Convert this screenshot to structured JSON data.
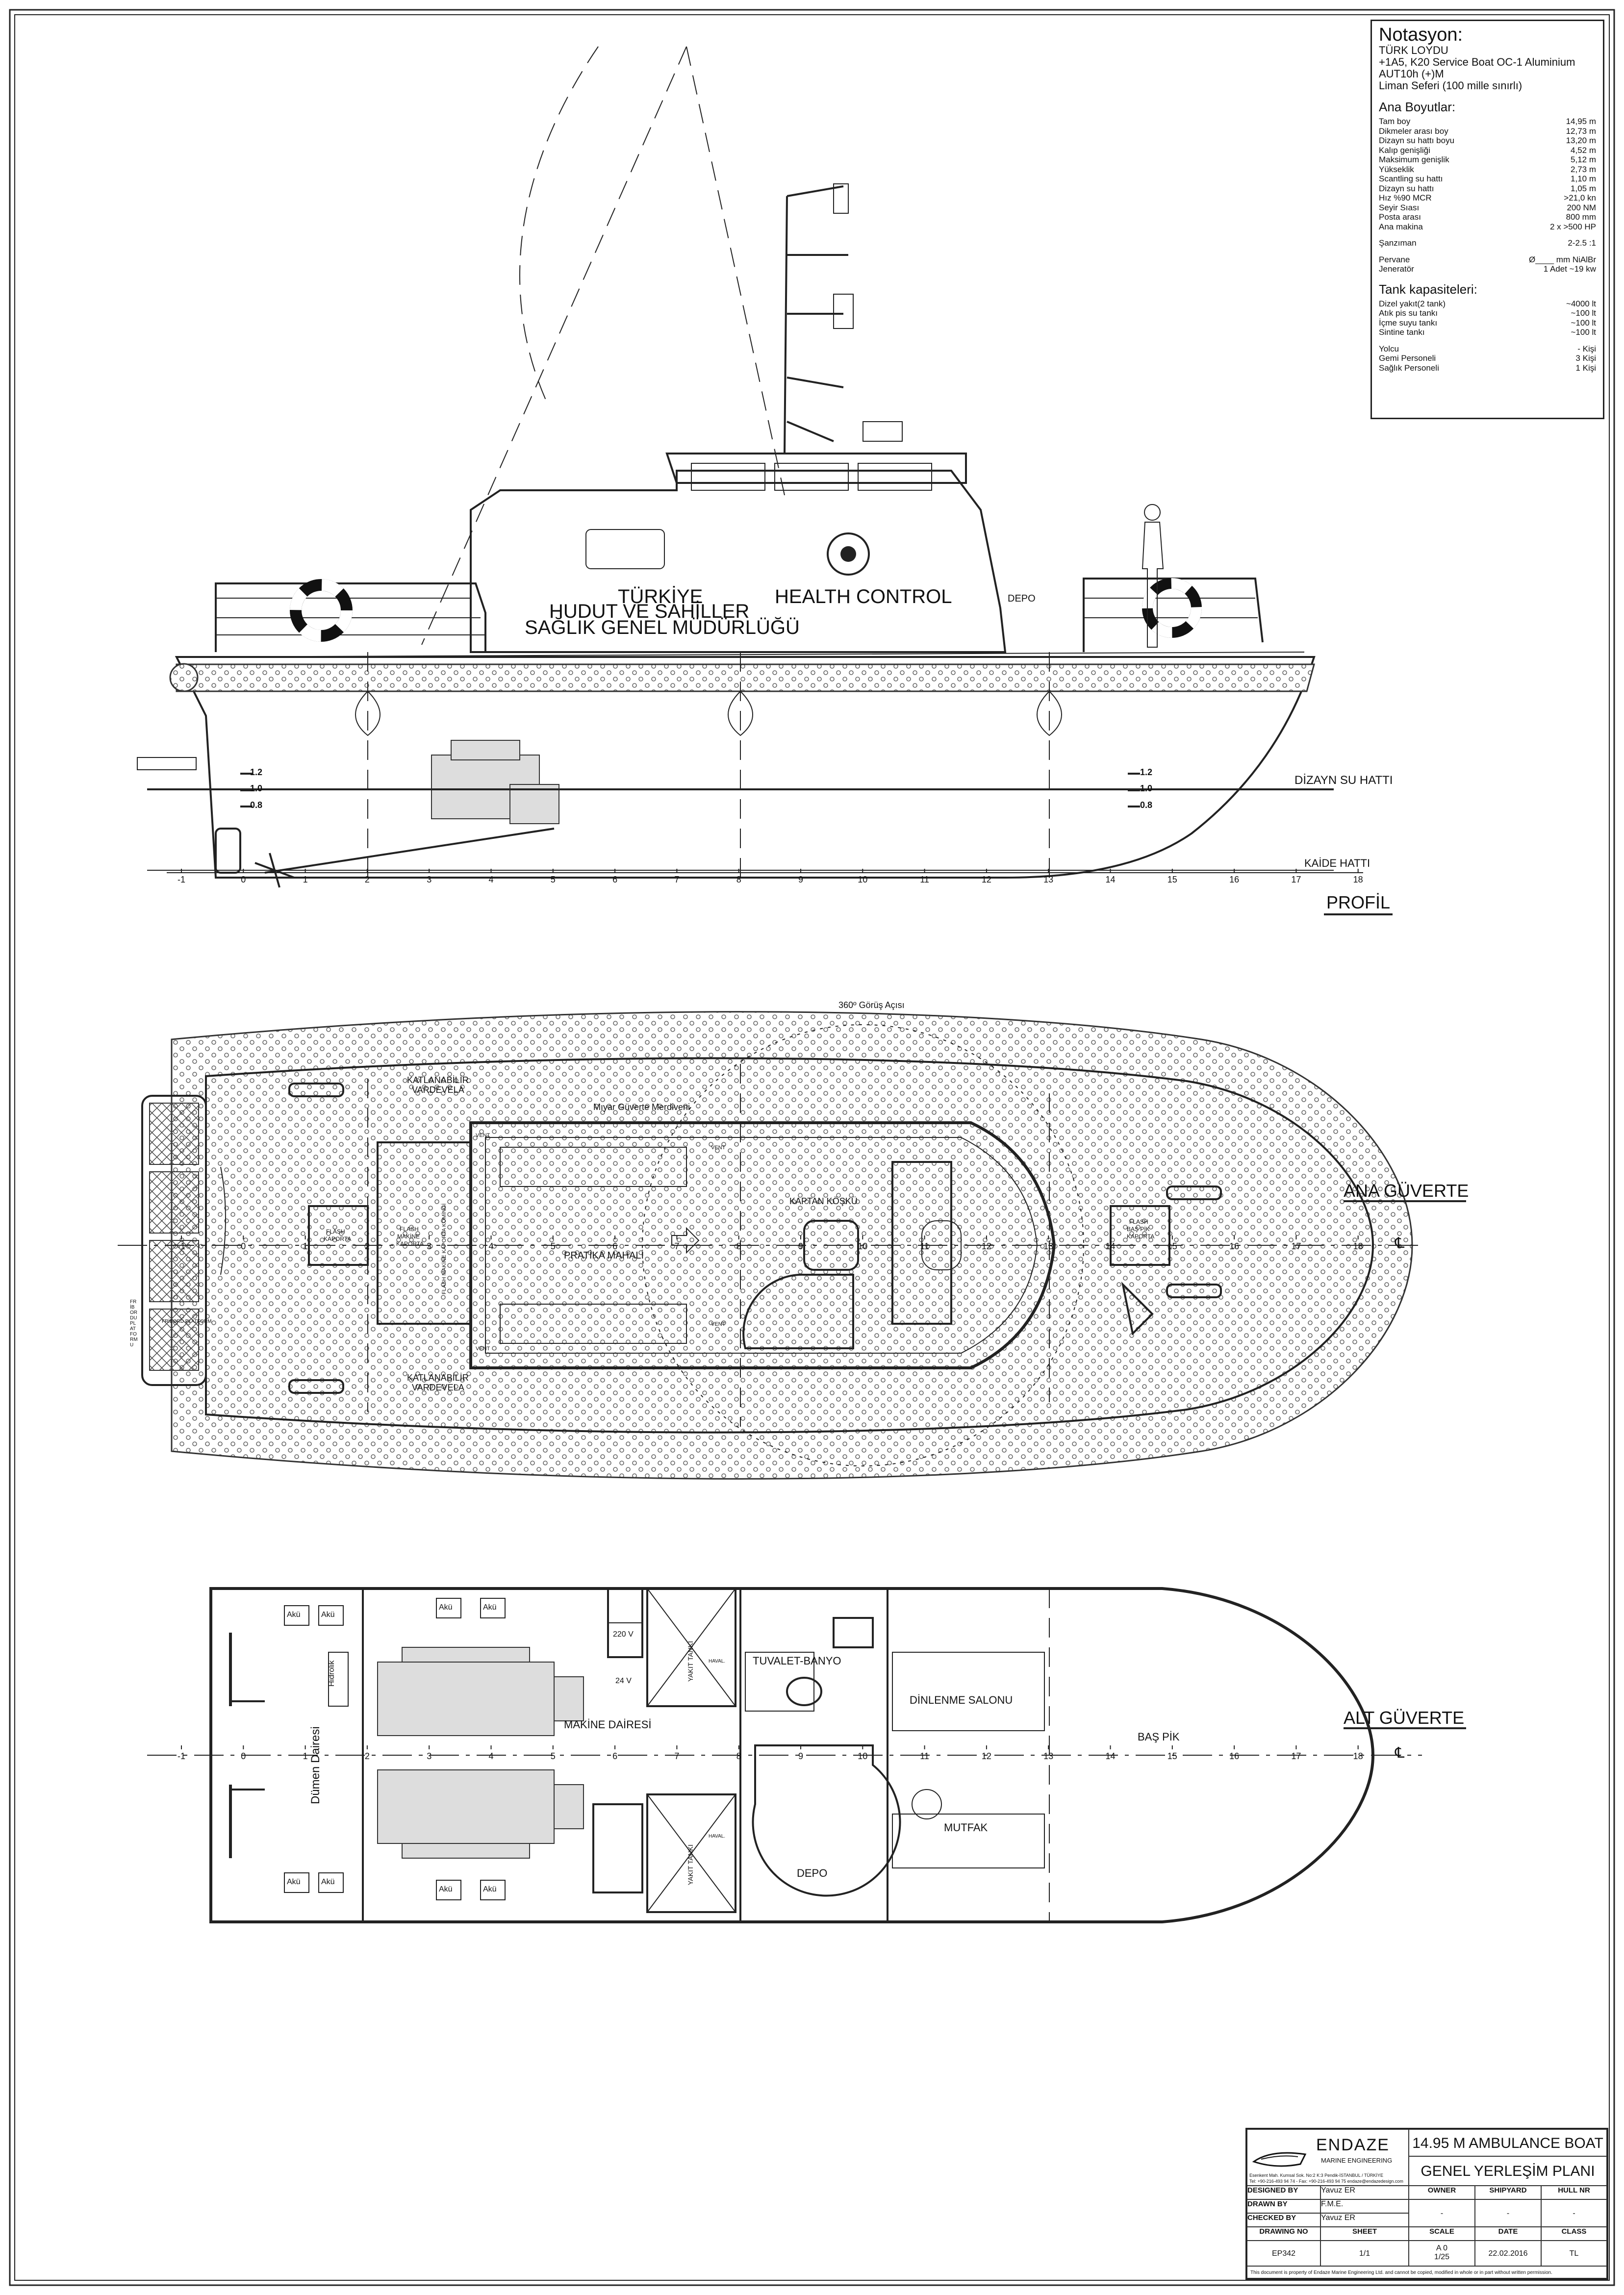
{
  "notation": {
    "title": "Notasyon:",
    "lines": [
      "TÜRK LOYDU",
      "+1A5, K20 Service Boat OC-1 Aluminium",
      "AUT10h (+)M",
      "Liman Seferi (100 mille sınırlı)"
    ]
  },
  "main_dims": {
    "heading": "Ana Boyutlar:",
    "rows": [
      {
        "label": "Tam boy",
        "value": "14,95 m"
      },
      {
        "label": "Dikmeler arası boy",
        "value": "12,73 m"
      },
      {
        "label": "Dizayn su hattı boyu",
        "value": "13,20 m"
      },
      {
        "label": "Kalıp genişliği",
        "value": "4,52 m"
      },
      {
        "label": "Maksimum genişlik",
        "value": "5,12 m"
      },
      {
        "label": "Yükseklik",
        "value": "2,73 m"
      },
      {
        "label": "Scantling su hattı",
        "value": "1,10 m"
      },
      {
        "label": "Dizayn su hattı",
        "value": "1,05 m"
      },
      {
        "label": "Hız %90 MCR",
        "value": ">21,0 kn"
      },
      {
        "label": "Seyir Sıası",
        "value": "200 NM"
      },
      {
        "label": "Posta arası",
        "value": "800 mm"
      },
      {
        "label": "Ana makina",
        "value": "2 x >500 HP"
      }
    ],
    "rows2": [
      {
        "label": "Şanzıman",
        "value": "2-2.5 :1"
      }
    ],
    "rows3": [
      {
        "label": "Pervane",
        "value": "Ø____ mm NiAlBr"
      },
      {
        "label": "Jeneratör",
        "value": "1 Adet ~19 kw"
      }
    ]
  },
  "tanks": {
    "heading": "Tank kapasiteleri:",
    "rows": [
      {
        "label": "Dizel yakıt(2 tank)",
        "value": "~4000 lt"
      },
      {
        "label": "Atık pis su tankı",
        "value": "~100 lt"
      },
      {
        "label": "İçme suyu tankı",
        "value": "~100 lt"
      },
      {
        "label": "Sintine tankı",
        "value": "~100 lt"
      }
    ],
    "rows2": [
      {
        "label": "Yolcu",
        "value": "- Kişi"
      },
      {
        "label": "Gemi Personeli",
        "value": "3 Kişi"
      },
      {
        "label": "Sağlık Personeli",
        "value": "1 Kişi"
      }
    ]
  },
  "profile": {
    "view_title": "PROFİL",
    "hull_text_1": "TÜRKİYE",
    "hull_text_2": "HUDUT VE SAHİLLER",
    "hull_text_3": "SAĞLIK GENEL MÜDÜRLÜĞÜ",
    "health_control": "HEALTH CONTROL",
    "depo": "DEPO",
    "design_wl": "DİZAYN SU HATTI",
    "base_line": "KAİDE HATTI",
    "draft_marks": [
      "1.2",
      "1.0",
      "0.8"
    ]
  },
  "frames": [
    "-1",
    "0",
    "1",
    "2",
    "3",
    "4",
    "5",
    "6",
    "7",
    "8",
    "9",
    "10",
    "11",
    "12",
    "13",
    "14",
    "15",
    "16",
    "17",
    "18"
  ],
  "main_deck": {
    "view_title": "ANA GÜVERTE",
    "view_angle": "360º Görüş Açısı",
    "fold_rail_top_1": "KATLANABİLİR",
    "fold_rail_top_2": "VARDEVELA",
    "fold_rail_bot_1": "KATLANABİLİR",
    "fold_rail_bot_2": "VARDEVELA",
    "ladder": "Mıyar Güverte  Merdiveni",
    "captain": "KAPTAN KÖŞKÜ",
    "practice": "PRATİKA MAHALİ",
    "flash_1": "FLASH",
    "kaporta": "KAPORTA",
    "flash_eng_1": "FLASH",
    "flash_eng_2": "MAKİNE",
    "flash_eng_3": "KAPORTA",
    "flash_eng_vert": "FLASH MAKİNE KAPORTA KOMİNGİ",
    "flash_bow_1": "FLASH",
    "flash_bow_2": "BAŞ PİK",
    "flash_bow_3": "KAPORTA",
    "vent": "VENT",
    "platform": "FRİBORDU PLATFORMU",
    "platform2": "FRİBORD PLATFORM",
    "cl": "℄"
  },
  "lower_deck": {
    "view_title": "ALT GÜVERTE",
    "steering": "Dümen Dairesi",
    "hydraulic": "Hidrolik",
    "engine_room": "MAKİNE DAİRESİ",
    "fuel_tank": "YAKIT TANKI",
    "toilet": "TUVALET-BANYO",
    "rest": "DİNLENME SALONU",
    "kitchen": "MUTFAK",
    "depo": "DEPO",
    "bow": "BAŞ PİK",
    "battery": "Akü",
    "v220": "220 V",
    "v24": "24 V",
    "hava": "HAVAL."
  },
  "title_block": {
    "company": "ENDAZE",
    "company_sub": "MARINE ENGINEERING",
    "addr": "Esenkent Mah. Kumsal Sok. No:2 K:3        Pendik-İSTANBUL / TÜRKİYE",
    "tel": "Tel: +90-216-493 94 74 - Fax: +90-216-493 94 75          endaze@endazedesign.com",
    "project": "14.95 M AMBULANCE BOAT",
    "drawing": "GENEL YERLEŞİM PLANI",
    "designed_by_lbl": "DESIGNED BY",
    "designed_by": "Yavuz ER",
    "drawn_by_lbl": "DRAWN BY",
    "drawn_by": "F.M.E.",
    "checked_by_lbl": "CHECKED BY",
    "checked_by": "Yavuz ER",
    "owner_lbl": "OWNER",
    "owner": "-",
    "shipyard_lbl": "SHIPYARD",
    "shipyard": "-",
    "hull_lbl": "HULL NR",
    "hull": "-",
    "drawing_no_lbl": "DRAWING NO",
    "drawing_no": "EP342",
    "sheet_lbl": "SHEET",
    "sheet": "1/1",
    "scale_lbl": "SCALE",
    "scale_1": "A 0",
    "scale_2": "1/25",
    "date_lbl": "DATE",
    "date": "22.02.2016",
    "class_lbl": "CLASS",
    "class": "TL",
    "footer": "This document is property of  Endaze Marine Engineering Ltd. and cannot be copied, modified in whole or in part without written permission."
  }
}
